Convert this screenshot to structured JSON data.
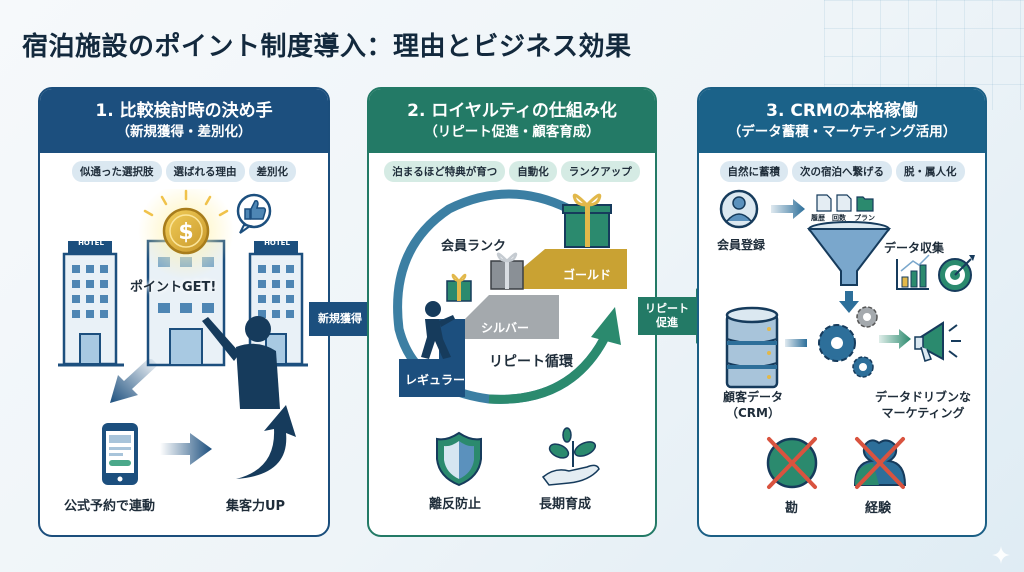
{
  "title": "宿泊施設のポイント制度導入：理由とビジネス効果",
  "colors": {
    "navy": "#1c4f7e",
    "green": "#237a66",
    "teal_blue": "#1b6289",
    "gold": "#c9a233",
    "red_cross": "#d9533f"
  },
  "panels": [
    {
      "heading": "1. 比較検討時の決め手",
      "subheading": "（新規獲得・差別化）",
      "tags": [
        "似通った選択肢",
        "選ばれる理由",
        "差別化"
      ],
      "hotel_sign": "HOTEL",
      "point_text": "ポイントGET!",
      "labels": {
        "booking": "公式予約で連動",
        "attract": "集客力UP"
      }
    },
    {
      "heading": "2. ロイヤルティの仕組み化",
      "subheading": "（リピート促進・顧客育成）",
      "tags": [
        "泊まるほど特典が育つ",
        "自動化",
        "ランクアップ"
      ],
      "rank_title": "会員ランク",
      "ranks": [
        "レギュラー",
        "シルバー",
        "ゴールド"
      ],
      "cycle_label": "リピート循環",
      "labels": {
        "churn": "離反防止",
        "growth": "長期育成"
      }
    },
    {
      "heading": "3. CRMの本格稼働",
      "subheading": "（データ蓄積・マーケティング活用）",
      "tags": [
        "自然に蓄積",
        "次の宿泊へ繋げる",
        "脱・属人化"
      ],
      "doc_labels": [
        "履歴",
        "回数",
        "プラン"
      ],
      "labels": {
        "register": "会員登録",
        "collect": "データ収集",
        "crm_line1": "顧客データ",
        "crm_line2": "（CRM）",
        "marketing_line1": "データドリブンな",
        "marketing_line2": "マーケティング",
        "intuition": "勘",
        "experience": "経験"
      }
    }
  ],
  "arrows": {
    "first": "新規獲得",
    "second_line1": "リピート",
    "second_line2": "促進"
  }
}
